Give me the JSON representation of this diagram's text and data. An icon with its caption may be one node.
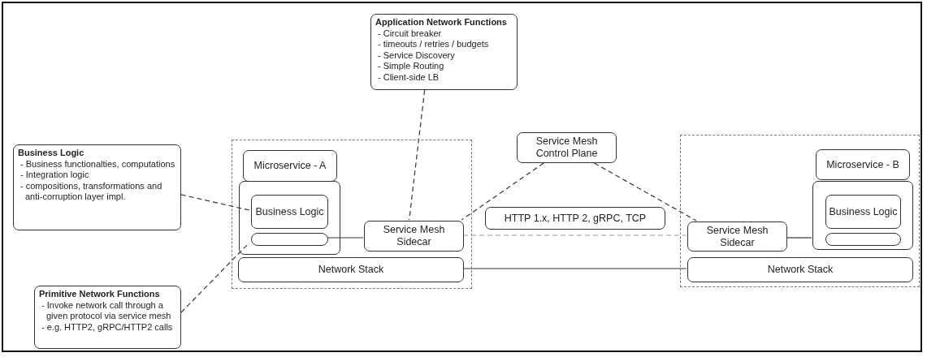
{
  "diagram": {
    "nodes": [
      {
        "text": [
          "Application Network Functions",
          "- Circuit breaker",
          "- timeouts / retries / budgets",
          "- Service Discovery",
          "- Simple Routing",
          "- Client-side LB"
        ]
      },
      {
        "text": [
          "Service Mesh Control Plane"
        ]
      },
      {
        "text": [
          "Business Logic",
          "- Business functionalties, computations",
          "- Integration logic",
          "- compositions, transformations and anti-corruption layer impl."
        ]
      },
      {
        "text": [],
        "shape": "box"
      },
      {
        "text": [
          "Microservice - A"
        ],
        "in": 3
      },
      {
        "text": [],
        "shape": "box",
        "in": 3
      },
      {
        "text": [
          "Business Logic"
        ],
        "in": 5
      },
      {
        "text": [],
        "shape": "box",
        "in": 5
      },
      {
        "text": [
          "Service Mesh Sidecar"
        ],
        "in": 3
      },
      {
        "text": [
          "Network Stack"
        ],
        "in": 3
      },
      {
        "text": [
          "HTTP 1.x, HTTP 2, gRPC, TCP"
        ]
      },
      {
        "text": [],
        "shape": "box"
      },
      {
        "text": [
          "Microservice - B"
        ],
        "in": 11
      },
      {
        "text": [],
        "shape": "box",
        "in": 11
      },
      {
        "text": [
          "Business Logic"
        ],
        "in": 13
      },
      {
        "text": [],
        "shape": "box",
        "in": 13
      },
      {
        "text": [
          "Service Mesh Sidecar"
        ],
        "in": 11
      },
      {
        "text": [
          "Network Stack"
        ],
        "in": 11
      },
      {
        "text": [
          "Primitive Network Functions",
          "- Invoke network call through a given protocol via service mesh",
          "- e.g. HTTP2, gRPC/HTTP2 calls"
        ]
      }
    ],
    "edges": [
      {
        "from": 0,
        "to": 8,
        "arrow": "none",
        "style": "dashed"
      },
      {
        "from": 1,
        "to": 8,
        "arrow": "none",
        "style": "dashed"
      },
      {
        "from": 1,
        "to": 16,
        "arrow": "none",
        "style": "dashed"
      },
      {
        "from": 2,
        "to": 6,
        "arrow": "none",
        "style": "dashed"
      },
      {
        "from": 18,
        "to": 7,
        "arrow": "none",
        "style": "dashed"
      },
      {
        "from": 7,
        "to": 8,
        "arrow": "none"
      },
      {
        "from": 8,
        "to": 16,
        "arrow": "none",
        "style": "dashed",
        "color": "#999999"
      },
      {
        "from": 9,
        "to": 17,
        "arrow": "none"
      },
      {
        "from": 16,
        "to": 13,
        "arrow": "none"
      }
    ]
  }
}
